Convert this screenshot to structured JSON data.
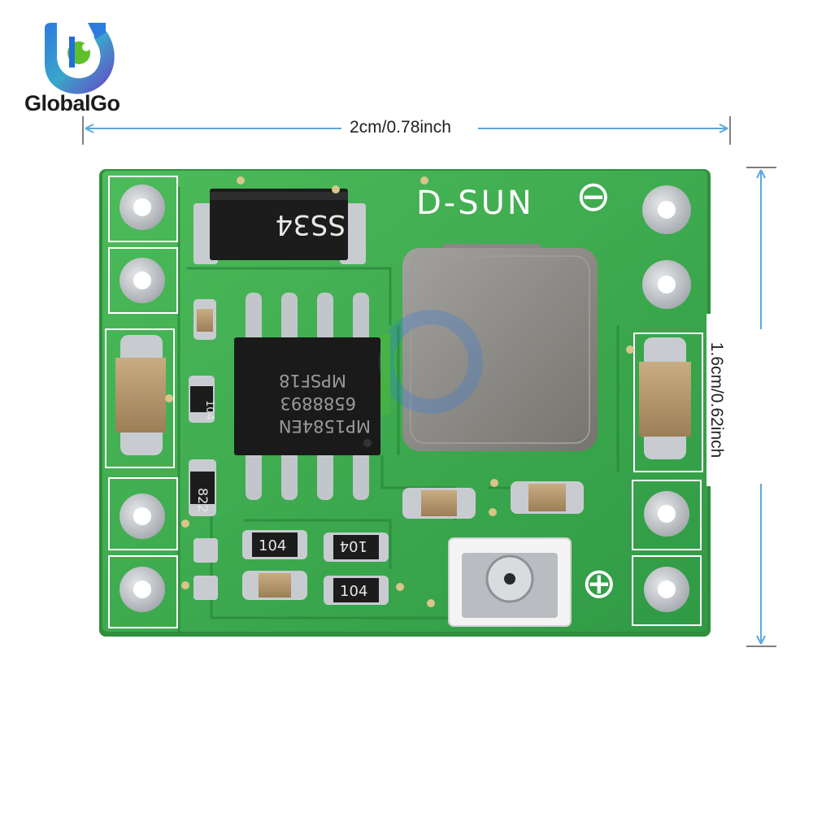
{
  "brand": {
    "name": "GlobalGo",
    "colors": {
      "blue": "#1f6fd8",
      "green": "#5fbf2a",
      "purple": "#7b3fc6"
    }
  },
  "dimensions": {
    "width_label": "2cm/0.78inch",
    "height_label": "1.6cm/0.62inch"
  },
  "board": {
    "brand_mark": "D-SUN",
    "minus_symbol": "⊖",
    "plus_symbol": "⊕",
    "diode_marking": "SS34",
    "chip_marking_1": "MP1584EN",
    "chip_marking_2": "MPSF18",
    "chip_marking_3": "6588893",
    "resistor_marking_a": "104",
    "resistor_marking_b": "822",
    "resistor_marking_c": "104",
    "resistor_marking_d": "104",
    "resistor_marking_e": "104",
    "colors": {
      "pcb": "#3fae4e",
      "pad": "#c9ccd0",
      "inductor": "#8d8b88",
      "capacitor": "#b89a70"
    }
  }
}
